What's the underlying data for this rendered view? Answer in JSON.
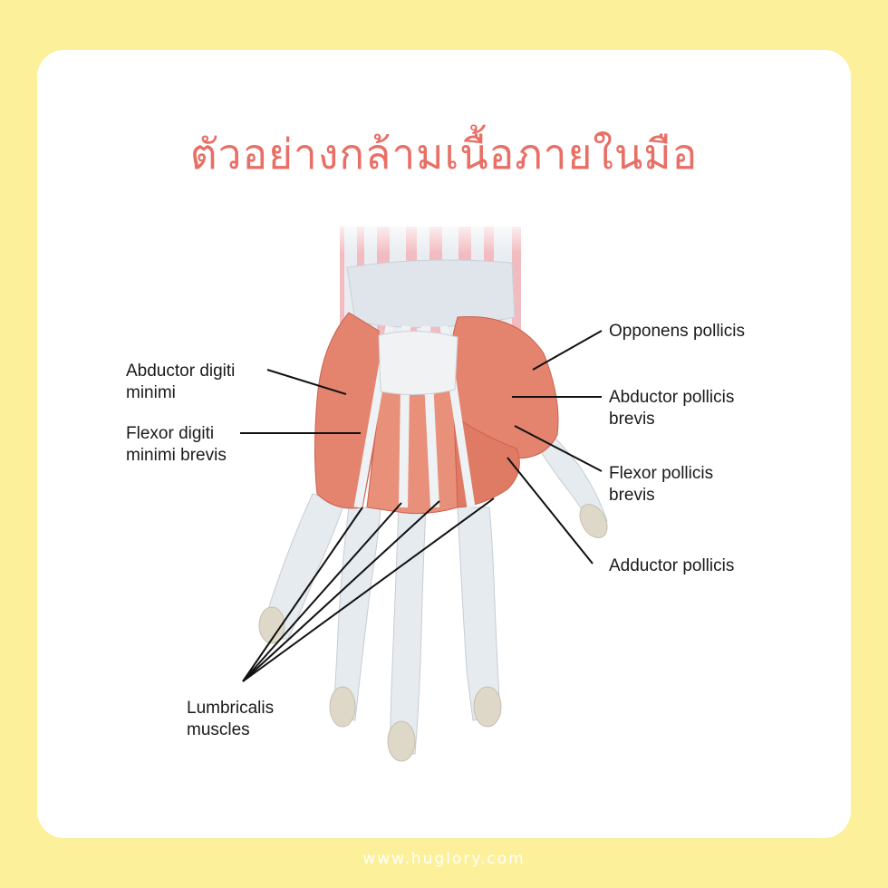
{
  "title": "ตัวอย่างกล้ามเนื้อภายในมือ",
  "labels": {
    "abductor_digiti_minimi": [
      "Abductor digiti",
      "minimi"
    ],
    "flexor_digiti_minimi_brevis": [
      "Flexor digiti",
      "minimi brevis"
    ],
    "lumbricalis_muscles": [
      "Lumbricalis",
      "muscles"
    ],
    "opponens_pollicis": [
      "Opponens pollicis"
    ],
    "abductor_pollicis_brevis": [
      "Abductor pollicis",
      "brevis"
    ],
    "flexor_pollicis_brevis": [
      "Flexor pollicis",
      "brevis"
    ],
    "adductor_pollicis": [
      "Adductor pollicis"
    ]
  },
  "footer": "www.huglory.com",
  "colors": {
    "background": "#fcf09a",
    "card": "#ffffff",
    "title": "#e96f66",
    "muscle": "#e4846f",
    "tendon": "#e6ebef",
    "bone": "#ddd8c8"
  }
}
